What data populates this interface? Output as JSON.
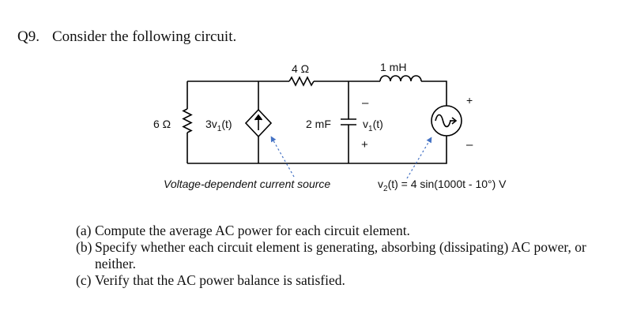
{
  "question": {
    "number": "Q9.",
    "prompt": "Consider the following circuit."
  },
  "circuit": {
    "r_top": "4 Ω",
    "inductor": "1 mH",
    "r_left": "6 Ω",
    "dep_source": "3v",
    "dep_source_sub": "1",
    "dep_source_arg": "(t)",
    "capacitor": "2 mF",
    "v1": "v",
    "v1_sub": "1",
    "v1_arg": "(t)",
    "plus": "+",
    "minus": "–",
    "annotation_dep": "Voltage-dependent current source",
    "v2_label": "v",
    "v2_sub": "2",
    "v2_expr": "(t) = 4 sin(1000t - 10°) V"
  },
  "parts": [
    {
      "label": "(a)",
      "text": "Compute the average AC power for each circuit element."
    },
    {
      "label": "(b)",
      "text": "Specify whether each circuit element is generating, absorbing (dissipating) AC power, or neither."
    },
    {
      "label": "(c)",
      "text": "Verify that the AC power balance is satisfied."
    }
  ],
  "colors": {
    "wire": "#000000",
    "annotation_arrow": "#4472c4"
  }
}
